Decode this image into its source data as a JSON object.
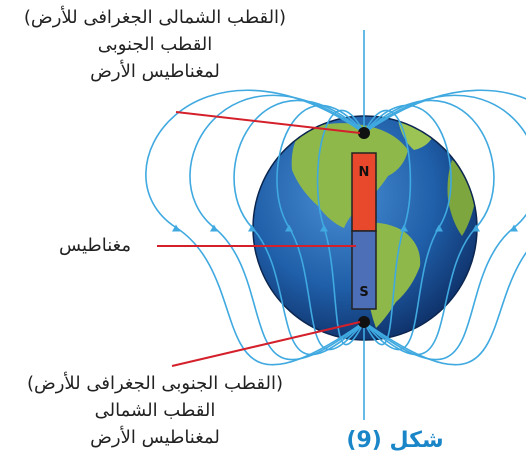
{
  "labels": {
    "north_line1": "(القطب الشمالى الجغرافى للأرض)",
    "north_line2": "القطب الجنوبى",
    "north_line3": "لمغناطيس الأرض",
    "magnet": "مغناطيس",
    "south_line1": "(القطب الجنوبى الجغرافى للأرض)",
    "south_line2": "القطب الشمالى",
    "south_line3": "لمغناطيس الأرض"
  },
  "bar_magnet": {
    "north_letter": "N",
    "south_letter": "S"
  },
  "caption": "شكل (9)",
  "colors": {
    "field_lines": "#3fa9e0",
    "pointer_lines": "#d4202b",
    "ocean": "#1f5ea8",
    "land": "#8fb84a",
    "magnet_north": "#e8482c",
    "magnet_south": "#4c6fb8",
    "caption": "#1a86c8"
  }
}
